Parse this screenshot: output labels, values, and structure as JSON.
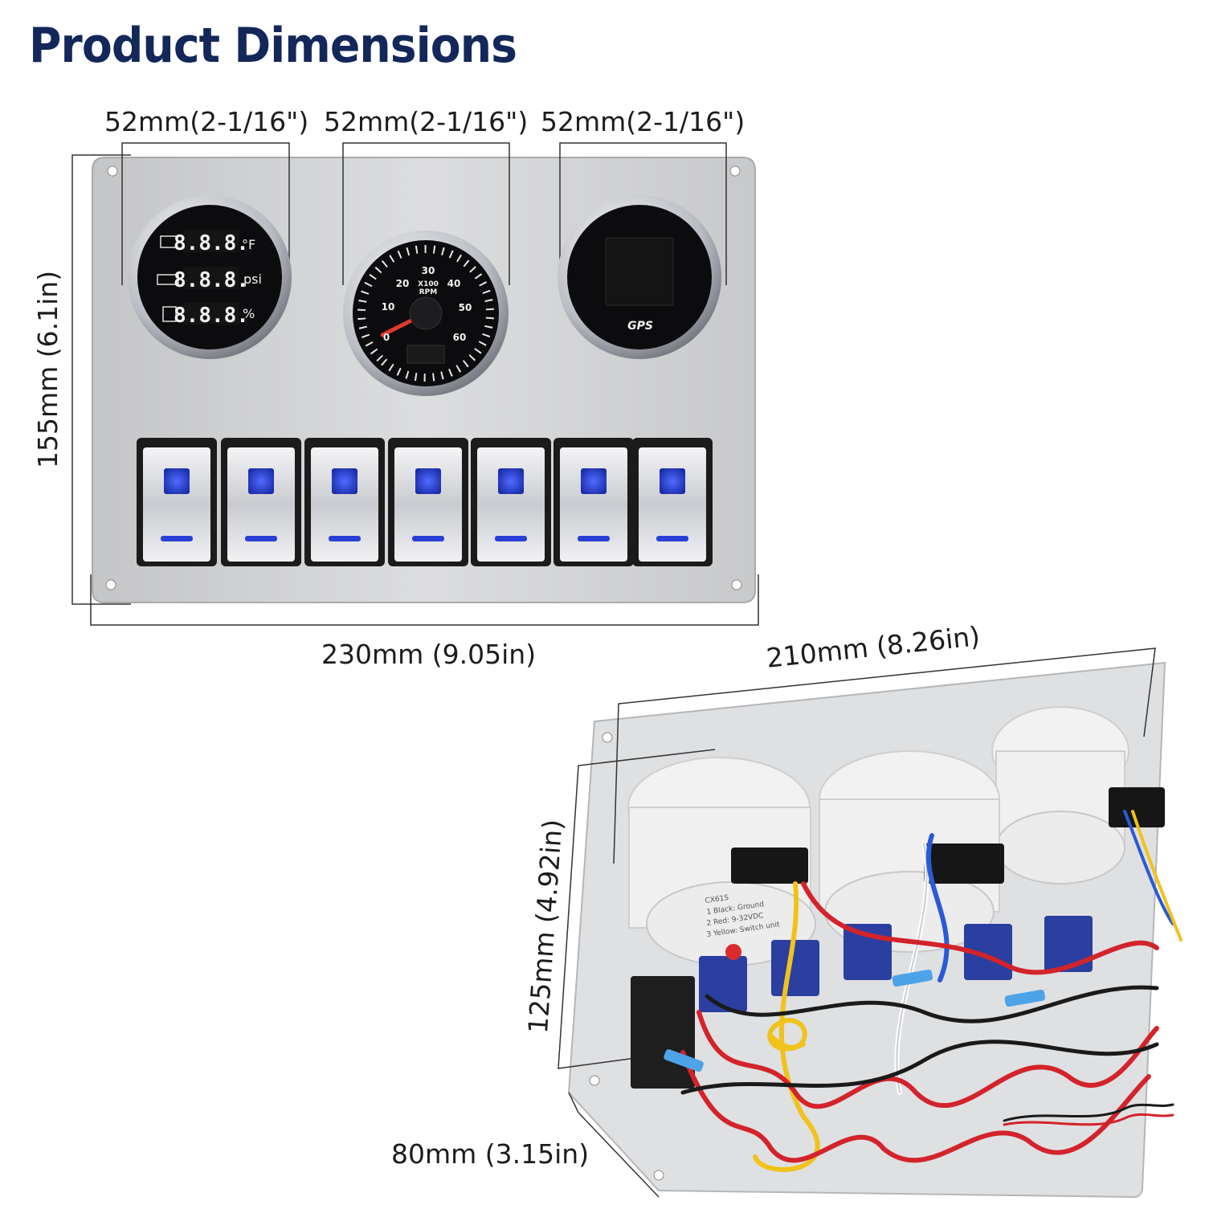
{
  "heading": "Product Dimensions",
  "front_view": {
    "gauge_width_labels": [
      "52mm(2-1/16\")",
      "52mm(2-1/16\")",
      "52mm(2-1/16\")"
    ],
    "height_label": "155mm (6.1in)",
    "width_label": "230mm (9.05in)",
    "multi_gauge": {
      "readouts": [
        "8.8.8.",
        "8.8.8.",
        "8.8.8."
      ],
      "units": [
        "°F",
        "psi",
        "%"
      ]
    },
    "tachometer": {
      "scale": [
        "0",
        "10",
        "20",
        "30",
        "40",
        "50",
        "60"
      ],
      "unit_line1": "X100",
      "unit_line2": "RPM"
    },
    "gps_gauge": {
      "label": "GPS"
    },
    "rocker_switch_count": 7
  },
  "back_view": {
    "width_label": "210mm (8.26in)",
    "height_label": "125mm (4.92in)",
    "depth_label": "80mm (3.15in)",
    "gauge_back_label_lines": [
      "CX61S",
      "1 Black: Ground",
      "2 Red: 9-32VDC",
      "3 Yellow: Switch unit"
    ]
  },
  "colors": {
    "heading": "#13275a",
    "panel": "#cfd0d2",
    "switch_led": "#2a3fd6",
    "wire_red": "#d3232b",
    "wire_yellow": "#f0c21b",
    "wire_blue": "#2a5bd6"
  }
}
